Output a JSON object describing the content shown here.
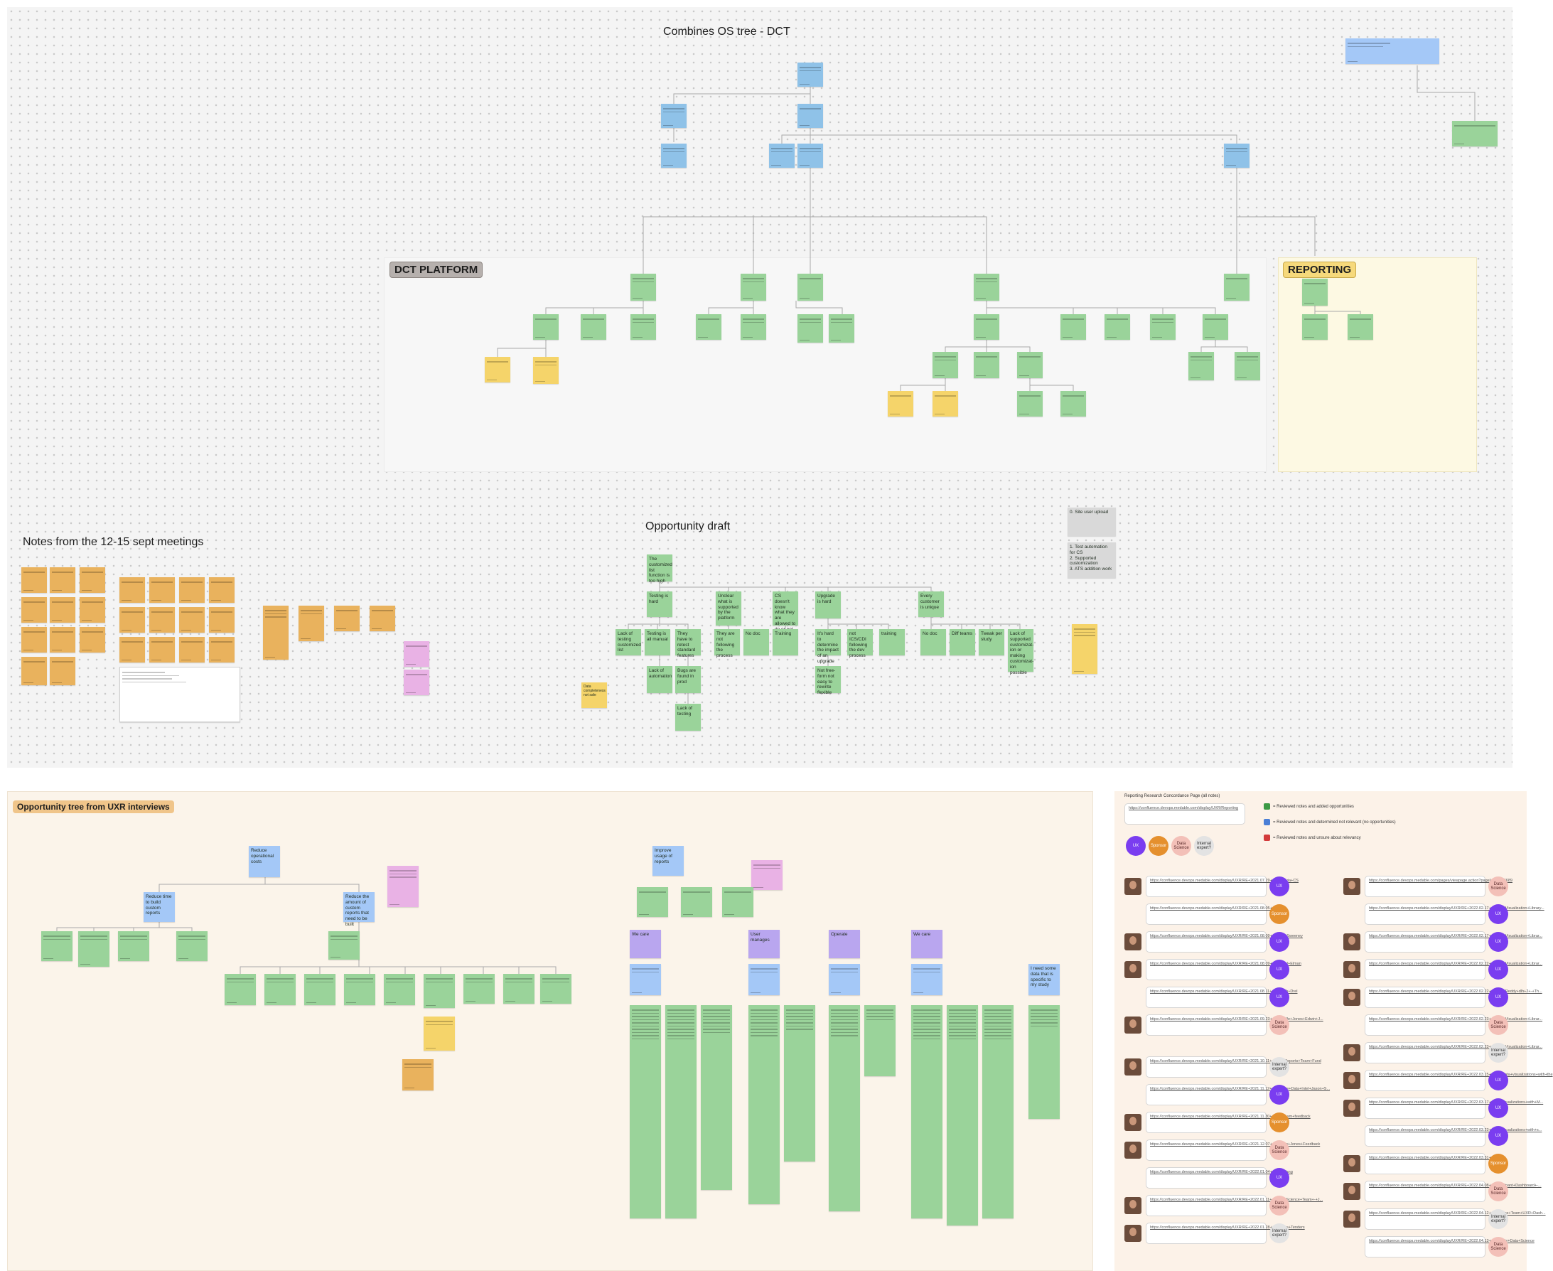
{
  "titles": {
    "tree": "Combines OS tree - DCT",
    "notes": "Notes from the 12-15 sept meetings",
    "opportunity": "Opportunity draft",
    "dct_platform": "DCT PLATFORM",
    "reporting": "REPORTING",
    "uxr": "Opportunity tree from UXR interviews",
    "concordance": "Reporting Research Concordance Page (all notes)"
  },
  "opportunity": {
    "root": "The customized list function is too high",
    "level1": [
      "Testing is hard",
      "Unclear what is supported by the platform",
      "CS doesn't know what they are allowed to do or not",
      "Upgrade is hard",
      "Every customer is unique"
    ],
    "level2": [
      "Lack of testing customized list",
      "Testing is all manual",
      "They have to retest standard features",
      "They are not following the process",
      "No doc",
      "Training",
      "It's hard to determine the impact of an upgrade",
      "not ICS/CDI following the dev process",
      "training",
      "No doc",
      "Diff teams",
      "Tweak per study",
      "Lack of supported customizat-ion or making customizat-ion possible"
    ],
    "level3": [
      "Lack of automation",
      "Bugs are found in prod",
      "Not free-form not easy to rewrite flexible"
    ],
    "level4": [
      "Lack of testing"
    ],
    "side_yellow": "Data completeness not safe",
    "side_grey": "0. Site user upload",
    "list_items": [
      "1. Test automation for CS",
      "2. Supported customization",
      "3. ATS addition work"
    ]
  },
  "uxr": {
    "root1": "Reduce operational costs",
    "child1": "Reduce time to build custom reports",
    "child2": "Reduce the amount of custom reports that need to be built",
    "root2": "Improve usage of reports",
    "purple_notes": [
      "We care",
      "User manages",
      "Operate",
      "We care"
    ],
    "blue_right": "I need some data that is specific to my study"
  },
  "concordance": {
    "legend": [
      {
        "label": "= Reviewed notes and added opportunities",
        "color": "#3c9a45"
      },
      {
        "label": "= Reviewed notes and determined not relevant (no opportunities)",
        "color": "#4a7fd6"
      },
      {
        "label": "= Reviewed notes and unsure about relevancy",
        "color": "#d33b3b"
      }
    ],
    "top_link": "https://confluence.devops.medable.com/display/UXR/Reporting",
    "avatars": [
      "UX",
      "Sponsor",
      "Data Science",
      "Internal expert?"
    ],
    "left_links": [
      "https://confluence.devops.medable.com/display/UXR/RE+2021.07.29+-+PPS+via+CS",
      "https://confluence.devops.medable.com/display/UXR/RE+2021.08.05+-+PPD",
      "https://confluence.devops.medable.com/display/UXR/RE+2021.08.09+-+Mary+Sweeney",
      "https://confluence.devops.medable.com/display/UXR/RE+2021.08.09+-+Rachel+Elman",
      "https://confluence.devops.medable.com/display/UXR/RE+2021.08.11+-+Joseph+Drel",
      "https://confluence.devops.medable.com/display/UXR/RE+2021.09.23+-+Michelle+Jones+Edwin+J...",
      "https://confluence.devops.medable.com/display/UXR/RE+2021.10.11+-+Site+Reports+Team+Fund",
      "https://confluence.devops.medable.com/display/UXR/RE+2021.11.12+-+P1+Joe+Data+Intel+Jason+S...",
      "https://confluence.devops.medable.com/display/UXR/RE+2021.11.30+-+AZ+Team+feedback",
      "https://confluence.devops.medable.com/display/UXR/RE+2021.12.07+-+Steven+Jones+Feedback",
      "https://confluence.devops.medable.com/display/UXR/RE+2022.01.04+-+Pfe+Yang",
      "https://confluence.devops.medable.com/display/UXR/RE+2022.01.11+-+Data+Science+Team+-+J...",
      "https://confluence.devops.medable.com/display/UXR/RE+2022.01.28+-+Flames+Tenders"
    ],
    "left_tags": [
      "UX",
      "Sponsor",
      "UX",
      "UX",
      "UX",
      "Data Science",
      "Internal expert?",
      "UX",
      "Sponsor",
      "Data Science",
      "UX",
      "Data Science",
      "Internal expert?"
    ],
    "right_links": [
      "https://confluence.devops.medable.com/pages/viewpage.action?pageId=89884689",
      "https://confluence.devops.medable.com/display/UXR/RE+2022.02.17+-+Data+Visualization+Library...",
      "https://confluence.devops.medable.com/display/UXR/RE+2022.02.17+-+Data+Visualization+Librar...",
      "https://confluence.devops.medable.com/display/UXR/RE+2022.02.22+-+Data+Visualization+Librar...",
      "https://confluence.devops.medable.com/display/UXR/RE+2022.02.22+-+Grits+Reddy+dlh+2+-+Th...",
      "https://confluence.devops.medable.com/display/UXR/RE+2022.02.23+-+Data+Visualization+Librar...",
      "https://confluence.devops.medable.com/display/UXR/RE+2022.02.23+-+Data+Visualization+Librar...",
      "https://confluence.devops.medable.com/display/UXR/RE+2022.03.15+-+AZ+Data+visualizations+with+the",
      "https://confluence.devops.medable.com/display/UXR/RE+2022.03.17+-+AZ+visualizations+with+M...",
      "https://confluence.devops.medable.com/display/UXR/RE+2022.03.23+-+AZ+visualizations+with+s...",
      "https://confluence.devops.medable.com/display/UXR/RE+2022.03.31+-+AZ",
      "https://confluence.devops.medable.com/display/UXR/RE+2022.04.08+-+Participant+Dashboard+-...",
      "https://confluence.devops.medable.com/display/UXR/RE+2022.04.12+-+Science+Team+UXR+Dash...",
      "https://confluence.devops.medable.com/display/UXR/RE+2022.04.13+-+Dataviz+Data+Science"
    ],
    "right_tags": [
      "Data Science",
      "UX",
      "UX",
      "UX",
      "UX",
      "Data Science",
      "Internal expert?",
      "UX",
      "UX",
      "UX",
      "Sponsor",
      "Data Science",
      "Internal expert?",
      "Data Science"
    ]
  },
  "colors": {
    "blue": "#8fc2e8",
    "green": "#9ad39a",
    "yellow": "#f5d46a",
    "orange": "#e9b25d",
    "pink": "#e9b2e5",
    "purple": "#b9a6ef",
    "ux": "#7a3df0",
    "sponsor": "#e5902e"
  }
}
